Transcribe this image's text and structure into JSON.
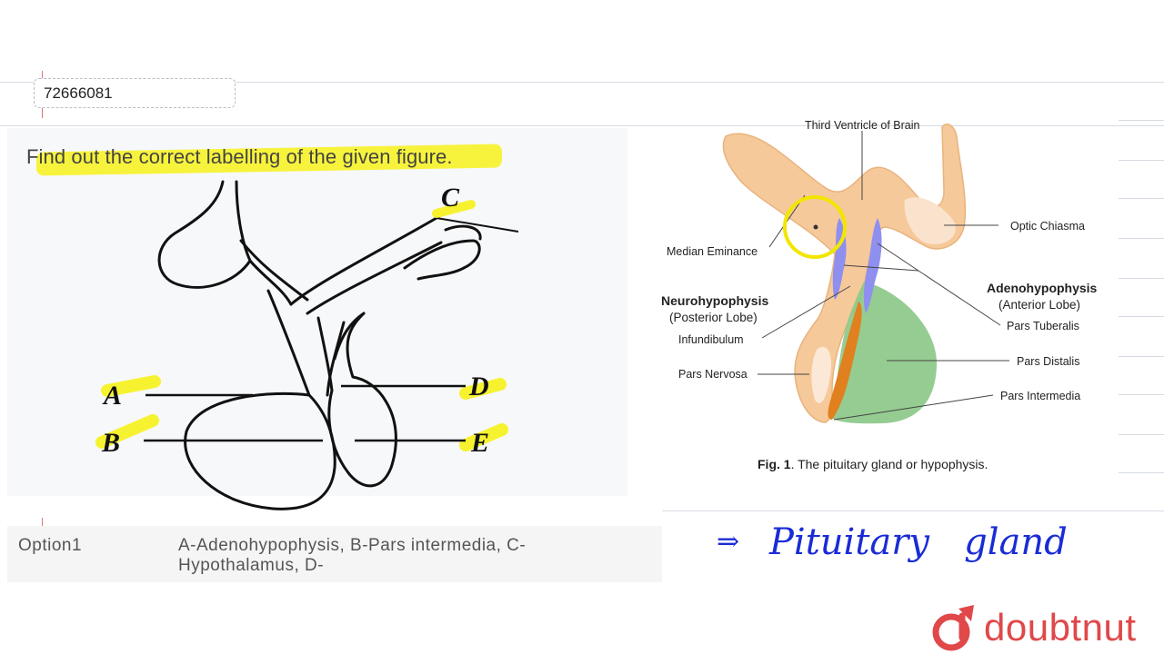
{
  "question_id": "72666081",
  "question": "Find out the correct labelling of the given figure.",
  "left_figure": {
    "labels": [
      "A",
      "B",
      "C",
      "D",
      "E"
    ]
  },
  "right_figure": {
    "labels": {
      "third_ventricle": "Third Ventricle of Brain",
      "optic_chiasma": "Optic Chiasma",
      "median_eminence": "Median Eminance",
      "neurohypophysis": "Neurohypophysis",
      "posterior_lobe": "(Posterior Lobe)",
      "infundibulum": "Infundibulum",
      "pars_nervosa": "Pars Nervosa",
      "adenohypophysis": "Adenohypophysis",
      "anterior_lobe": "(Anterior Lobe)",
      "pars_tuberalis": "Pars Tuberalis",
      "pars_distalis": "Pars Distalis",
      "pars_intermedia": "Pars Intermedia"
    },
    "caption_bold": "Fig. 1",
    "caption_rest": ". The pituitary gland or hypophysis."
  },
  "option": {
    "label": "Option1",
    "text": "A-Adenohypophysis, B-Pars intermedia, C-Hypothalamus, D-"
  },
  "handwriting": {
    "arrow": "⇒",
    "text": "Pituitary   gland"
  },
  "brand": {
    "name": "doubtnut"
  },
  "colors": {
    "highlight": "#f7f21a",
    "brand": "#e0484a",
    "ink_blue": "#1a2cd6",
    "tissue_peach": "#f6c99a",
    "tissue_green": "#8fc98c",
    "tissue_violet": "#8f8ff0",
    "tissue_orange": "#e0801e",
    "cursor_ring": "#f2e600"
  }
}
